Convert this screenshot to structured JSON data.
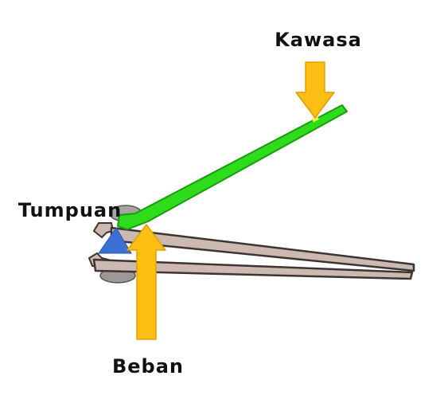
{
  "labels": {
    "effort": "Kawasa",
    "fulcrum": "Tumpuan",
    "load": "Beban"
  },
  "colors": {
    "lever": "#2edc1c",
    "lever_edge": "#1a9c10",
    "arrow": "#fbbf14",
    "arrow_edge": "#e0a000",
    "fulcrum": "#3b6fd4",
    "metal": "#cbb9b2",
    "metal_edge": "#3d3433",
    "hinge": "#8e8a88"
  },
  "icons": {
    "effort": "down-arrow-icon",
    "load": "up-arrow-icon",
    "fulcrum": "triangle-icon"
  }
}
